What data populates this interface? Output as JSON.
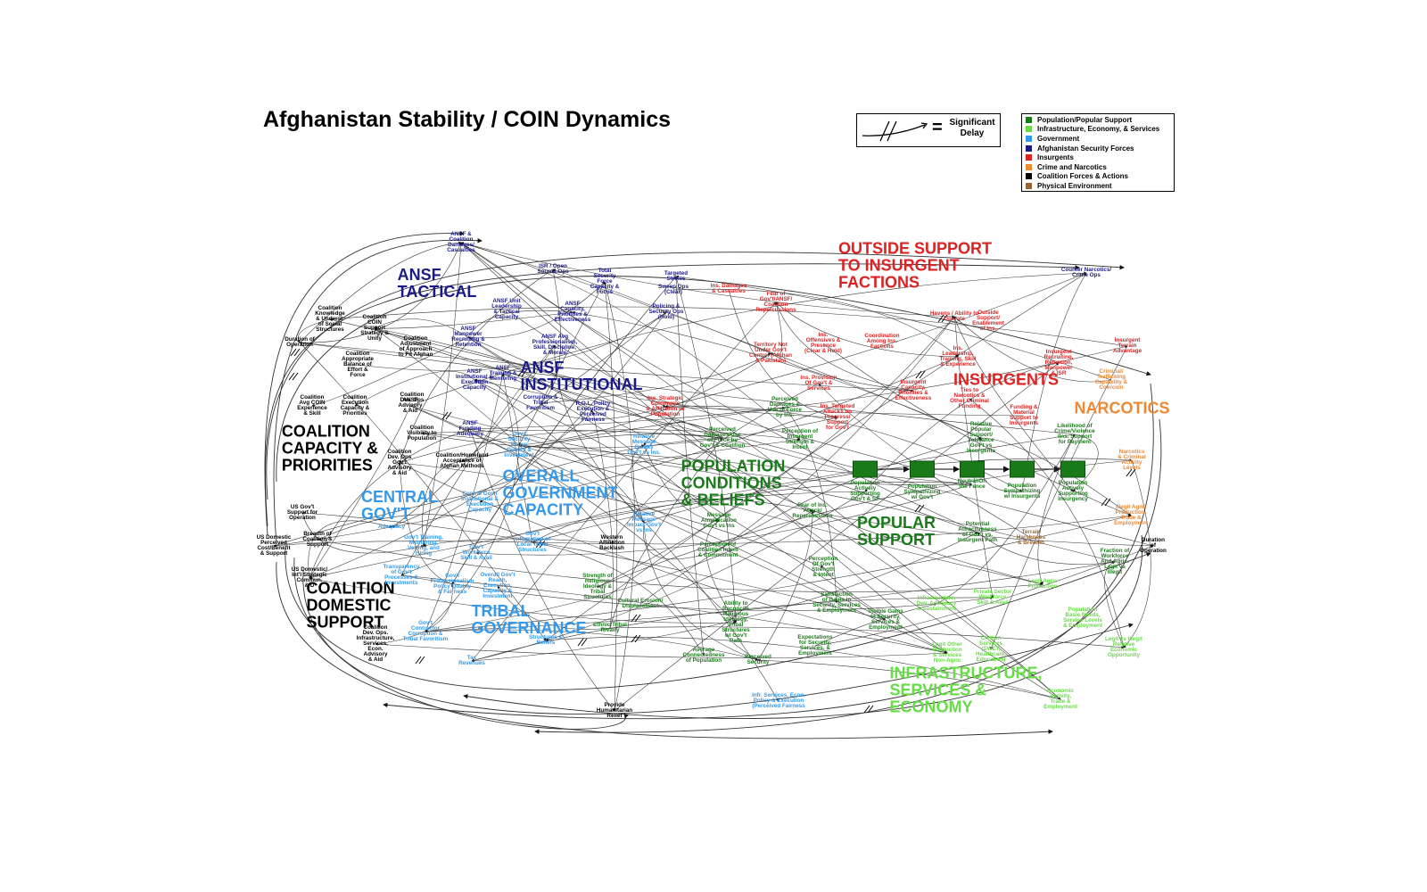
{
  "title": "Afghanistan Stability / COIN Dynamics",
  "delay_legend": {
    "symbol": "=",
    "label": "Significant\nDelay"
  },
  "legend": [
    {
      "label": "Population/Popular Support",
      "color": "#1a7a1a"
    },
    {
      "label": "Infrastructure, Economy, & Services",
      "color": "#66dd44"
    },
    {
      "label": "Government",
      "color": "#3399ee"
    },
    {
      "label": "Afghanistan Security Forces",
      "color": "#1a1a88"
    },
    {
      "label": "Insurgents",
      "color": "#dd2222"
    },
    {
      "label": "Crime and Narcotics",
      "color": "#ee8833"
    },
    {
      "label": "Coalition Forces & Actions",
      "color": "#000000"
    },
    {
      "label": "Physical Environment",
      "color": "#996633"
    }
  ],
  "sector_titles": [
    {
      "id": "ansf-tactical",
      "text": "ANSF\nTACTICAL",
      "color": "#1a1a88"
    },
    {
      "id": "ansf-institutional",
      "text": "ANSF\nINSTITUTIONAL",
      "color": "#1a1a88"
    },
    {
      "id": "outside-support",
      "text": "OUTSIDE SUPPORT\nTO INSURGENT\nFACTIONS",
      "color": "#dd2222"
    },
    {
      "id": "insurgents",
      "text": "INSURGENTS",
      "color": "#dd2222"
    },
    {
      "id": "narcotics",
      "text": "NARCOTICS",
      "color": "#ee8833"
    },
    {
      "id": "coalition-capacity",
      "text": "COALITION\nCAPACITY &\nPRIORITIES",
      "color": "#000000"
    },
    {
      "id": "overall-gov",
      "text": "OVERALL\nGOVERNMENT\nCAPACITY",
      "color": "#3399ee"
    },
    {
      "id": "central-gov",
      "text": "CENTRAL\nGOV'T",
      "color": "#3399ee"
    },
    {
      "id": "population-conditions",
      "text": "POPULATION\nCONDITIONS\n& BELIEFS",
      "color": "#1a7a1a"
    },
    {
      "id": "popular-support",
      "text": "POPULAR\nSUPPORT",
      "color": "#1a7a1a"
    },
    {
      "id": "coalition-domestic",
      "text": "COALITION\nDOMESTIC\nSUPPORT",
      "color": "#000000"
    },
    {
      "id": "tribal-governance",
      "text": "TRIBAL\nGOVERNANCE",
      "color": "#3399ee"
    },
    {
      "id": "infrastructure",
      "text": "INFRASTRUCTURE,\nSERVICES &\nECONOMY",
      "color": "#66dd44"
    }
  ],
  "variables": [
    {
      "text": "ANSF &\nCoalition\nDamages/\nCasualties",
      "color": "#1a1a88"
    },
    {
      "text": "ISR / Open\nSource Ops",
      "color": "#1a1a88"
    },
    {
      "text": "Total\nSecurity\nForce\nCapacity &\nFocus",
      "color": "#1a1a88"
    },
    {
      "text": "Targeted\nStrikes",
      "color": "#1a1a88"
    },
    {
      "text": "Sweep Ops\n(Clear)",
      "color": "#1a1a88"
    },
    {
      "text": "Policing &\nSecurity Ops\n(Hold)",
      "color": "#1a1a88"
    },
    {
      "text": "ANSF Unit\nLeadership\n& Tactical\nCapacity",
      "color": "#1a1a88"
    },
    {
      "text": "ANSF\nCapacity,\nPriorities &\nEffectiveness",
      "color": "#1a1a88"
    },
    {
      "text": "ANSF\nManpower\nRecruiting &\nRetention",
      "color": "#1a1a88"
    },
    {
      "text": "ANSF Avg\nProfessionalism,\nSkill, Discipline,\n& Morale",
      "color": "#1a1a88"
    },
    {
      "text": "ANSF\nInstitutional &\nExecution\nCapacity",
      "color": "#1a1a88"
    },
    {
      "text": "ANSF\nTraining &\nMentoring",
      "color": "#1a1a88"
    },
    {
      "text": "ANSF\nFunding\nAdequacy",
      "color": "#1a1a88"
    },
    {
      "text": "Corruption &\nTribal\nFavoritism",
      "color": "#1a1a88"
    },
    {
      "text": "R.O.L. Policy\nExecution &\nPerceived\nFairness",
      "color": "#1a1a88"
    },
    {
      "text": "Coalition\nKnowledge\n& Underst.\nof Social\nStructures",
      "color": "#000000"
    },
    {
      "text": "Coalition\nCOIN\nSupport\nStrategy &\nUnity",
      "color": "#000000"
    },
    {
      "text": "Duration of\nOperation",
      "color": "#000000"
    },
    {
      "text": "Coalition\nAppropriate\nBalance of\nEffort &\nForce",
      "color": "#000000"
    },
    {
      "text": "Coalition\nAdjustment\nof Approach\nto Fit Afghan",
      "color": "#000000"
    },
    {
      "text": "Coalition\nDev. Ops",
      "color": "#000000"
    },
    {
      "text": "Coalition\nAvg COIN\nExperience\n& Skill",
      "color": "#000000"
    },
    {
      "text": "Coalition\nExecution\nCapacity &\nPriorities",
      "color": "#000000"
    },
    {
      "text": "ANSF\nAdvisory\n& Aid",
      "color": "#000000"
    },
    {
      "text": "Coalition\nVisibility to\nPopulation",
      "color": "#000000"
    },
    {
      "text": "Coalition\nDev. Ops\nGov't\nAdvisory\n& Aid",
      "color": "#000000"
    },
    {
      "text": "Coalition/Homeland\nAcceptance of\nAfghan Methods",
      "color": "#000000"
    },
    {
      "text": "US Gov't\nSupport for\nOperation",
      "color": "#000000"
    },
    {
      "text": "Breadth of\nCoalition &\nSupport",
      "color": "#000000"
    },
    {
      "text": "US Domestic\nPerceived\nCost/Benefit\n& Support",
      "color": "#000000"
    },
    {
      "text": "US Domestic/\nInt'l Strategic\nCommun.\n& D",
      "color": "#000000"
    },
    {
      "text": "Coalition\nDev. Ops.\nInfrastructure,\nServices,\nEcon.\nAdvisory\n& Aid",
      "color": "#000000"
    },
    {
      "text": "Provide\nHumanitarian\nRelief",
      "color": "#000000"
    },
    {
      "text": "Western\nAffiliation\nBacklash",
      "color": "#000000"
    },
    {
      "text": "Duration\nof\nOperation",
      "color": "#000000"
    },
    {
      "text": "Gov't\nSecurity\nPolicy\nQuality &\nInvestment",
      "color": "#3399ee"
    },
    {
      "text": "Central Gov't\nInstitutional &\nExecution\nCapacity",
      "color": "#3399ee"
    },
    {
      "text": "Gov't Training,\nMentoring,\nVetting, and\nHiring",
      "color": "#3399ee"
    },
    {
      "text": "Gov't\nWorkforce\nSkill & Avail",
      "color": "#3399ee"
    },
    {
      "text": "Transparency\nof Gov't\nProcesses &\nInvestments",
      "color": "#3399ee"
    },
    {
      "text": "Gov't\nProfessionalism\nPolicy Quality\n& Fairness",
      "color": "#3399ee"
    },
    {
      "text": "Gov't\nIntegration of\nLocal Tribal\nStructures",
      "color": "#3399ee"
    },
    {
      "text": "Overall Gov't\nReach,\nExecution,\nCapacity &\nInvestment",
      "color": "#3399ee"
    },
    {
      "text": "Gov't\nContractor\nCorruption &\nTribal Favoritism",
      "color": "#3399ee"
    },
    {
      "text": "Tax\nRevenues",
      "color": "#3399ee"
    },
    {
      "text": "Relative\nMessage\nQuality\nGov't vs Ins.",
      "color": "#3399ee"
    },
    {
      "text": "Relative\nMessage\nImpact Gov't\nvs Ins",
      "color": "#3399ee"
    },
    {
      "text": "Infr. Services, Econ.\nPolicy & Execution\n(Perceived Fairness",
      "color": "#3399ee"
    },
    {
      "text": "Perceived\nDamages/Use\nof Force by\nGov't & Coalition",
      "color": "#1a7a1a"
    },
    {
      "text": "Perceived\nDamages &\nUse of Force\nby Ins.",
      "color": "#1a7a1a"
    },
    {
      "text": "Perception of\nInsurgent\nStrength &\nIntent",
      "color": "#1a7a1a"
    },
    {
      "text": "Message\nAmplification\nGov't vs Ins",
      "color": "#1a7a1a"
    },
    {
      "text": "Perception of\nCoalition Intent\n& Commitment",
      "color": "#1a7a1a"
    },
    {
      "text": "Fear of Ins.\nAttack/\nRepercussions",
      "color": "#1a7a1a"
    },
    {
      "text": "Perception\nOf Gov't\nStrength\n& Intent",
      "color": "#1a7a1a"
    },
    {
      "text": "Satisfaction\nof Gains in\nSecurity, Services\n& Employment",
      "color": "#1a7a1a"
    },
    {
      "text": "Expectations\nfor Security,\nServices, &\nEmployment",
      "color": "#1a7a1a"
    },
    {
      "text": "Perceived\nSecurity",
      "color": "#1a7a1a"
    },
    {
      "text": "Ability to\nReconcile\nReligious\nIdeology,\nTribal\nStructures\nw/ Gov't\nPath",
      "color": "#1a7a1a"
    },
    {
      "text": "Strength of\nReligious\nIdeology &\nTribal\nStructures",
      "color": "#1a7a1a"
    },
    {
      "text": "Cultural Erosion/\nDisplacement",
      "color": "#1a7a1a"
    },
    {
      "text": "Ethnic/Tribal\nRivalry",
      "color": "#1a7a1a"
    },
    {
      "text": "Average\nConnectedness\nof Population",
      "color": "#1a7a1a"
    },
    {
      "text": "Population\nActively\nSupporting\nGov't & SF",
      "color": "#1a7a1a"
    },
    {
      "text": "Population\nSympathizing\nw/ Gov't",
      "color": "#1a7a1a"
    },
    {
      "text": "Neutral/On\nthe Fence",
      "color": "#1a7a1a"
    },
    {
      "text": "Population\nSympathizing\nw/ Insurgents",
      "color": "#1a7a1a"
    },
    {
      "text": "Population\nActively\nSupporting\nInsurgency",
      "color": "#1a7a1a"
    },
    {
      "text": "Relative\nPopular\nSupport/\nTolerance\nGov't vs\nInsurgents",
      "color": "#1a7a1a"
    },
    {
      "text": "Potential\nAttractiveness\nof Gov't vs.\nInsurgent Path",
      "color": "#1a7a1a"
    },
    {
      "text": "Likelihood of\nCrime/Violence\n/Ins. Support\nfor Payment",
      "color": "#1a7a1a"
    },
    {
      "text": "Ins. Damages\n& Casualties",
      "color": "#dd2222"
    },
    {
      "text": "Fear of\nGov't/ANSF/\nCoalition\nRepercussions",
      "color": "#dd2222"
    },
    {
      "text": "Territory Not\nUnder Gov't\nControl (Afghan\n& Pakistan)",
      "color": "#dd2222"
    },
    {
      "text": "Ins.\nOffensives &\nPresence\n(Clear & Hold)",
      "color": "#dd2222"
    },
    {
      "text": "Ins. Provision\nOf Gov't &\nServices",
      "color": "#dd2222"
    },
    {
      "text": "Ins. Targeted\nAttacks on\nProgress/\nSupport\nfor Gov't",
      "color": "#dd2222"
    },
    {
      "text": "Ins. Strategic\nCommunic\n& Affiliation w/\nPopulation",
      "color": "#dd2222"
    },
    {
      "text": "Havens / Ability to\nOperate",
      "color": "#dd2222"
    },
    {
      "text": "Outside\nSupport/\nEnablement\nof Ins.",
      "color": "#dd2222"
    },
    {
      "text": "Coordination\nAmong Ins.\nFactions",
      "color": "#dd2222"
    },
    {
      "text": "Ins.\nLeadership,\nTraining, Skill\n& Experience",
      "color": "#dd2222"
    },
    {
      "text": "Insurgent\nCapacity,\nPriorities &\nEffectiveness",
      "color": "#dd2222"
    },
    {
      "text": "Ties to\nNarcotics &\nOther Criminal\nFunding",
      "color": "#dd2222"
    },
    {
      "text": "Insurgent\nRecruiting,\nRetention,\nManpower\n& ISR",
      "color": "#dd2222"
    },
    {
      "text": "Funding &\nMaterial\nSupport to\nInsurgents",
      "color": "#dd2222"
    },
    {
      "text": "Counter Narcotics/\nCrime Ops",
      "color": "#1a1a88"
    },
    {
      "text": "Insurgent\nTerrain\nAdvantage",
      "color": "#dd2222"
    },
    {
      "text": "Criminal/\nTrafficking\nCapability &\nCoercion",
      "color": "#ee8833"
    },
    {
      "text": "Narcotics\n& Criminal\nActivity\nLevels",
      "color": "#ee8833"
    },
    {
      "text": "Illegit Agric\nProduction,\nTrade &\nEmployment",
      "color": "#ee8833"
    },
    {
      "text": "Terrain\nHarshness\n& Breadth",
      "color": "#996633"
    },
    {
      "text": "Fraction of\nWorkforce\nAnd Agric.\nLegit vs\nIllegit",
      "color": "#1a7a1a"
    },
    {
      "text": "Visible Gains\nIn Security,\nServices &\nEmployment",
      "color": "#1a7a1a"
    },
    {
      "text": "Infrastructure,\nDev. Adequacy\n& Sustainment",
      "color": "#66dd44"
    },
    {
      "text": "Private Sector\nWorkforce\nSkill & Avail",
      "color": "#66dd44"
    },
    {
      "text": "Legit Agric\nProduction",
      "color": "#66dd44"
    },
    {
      "text": "Population\nBasic Needs,\nService Levels\n& Employment",
      "color": "#66dd44"
    },
    {
      "text": "Legit Other\nProduction\n& Services\nNon-Agric",
      "color": "#66dd44"
    },
    {
      "text": "Civilian\nServices\n(SWET,\nHealthcare,\nEducation)",
      "color": "#66dd44"
    },
    {
      "text": "Legit vs Illegit\nRelative\nEconomic\nOpportunity",
      "color": "#66dd44"
    },
    {
      "text": "Economic\nActivity,\nTrade &\nEmployment",
      "color": "#66dd44"
    },
    {
      "text": "Structures &\nBeliefs",
      "color": "#3399ee"
    },
    {
      "text": "Adequacy",
      "color": "#3399ee"
    }
  ]
}
